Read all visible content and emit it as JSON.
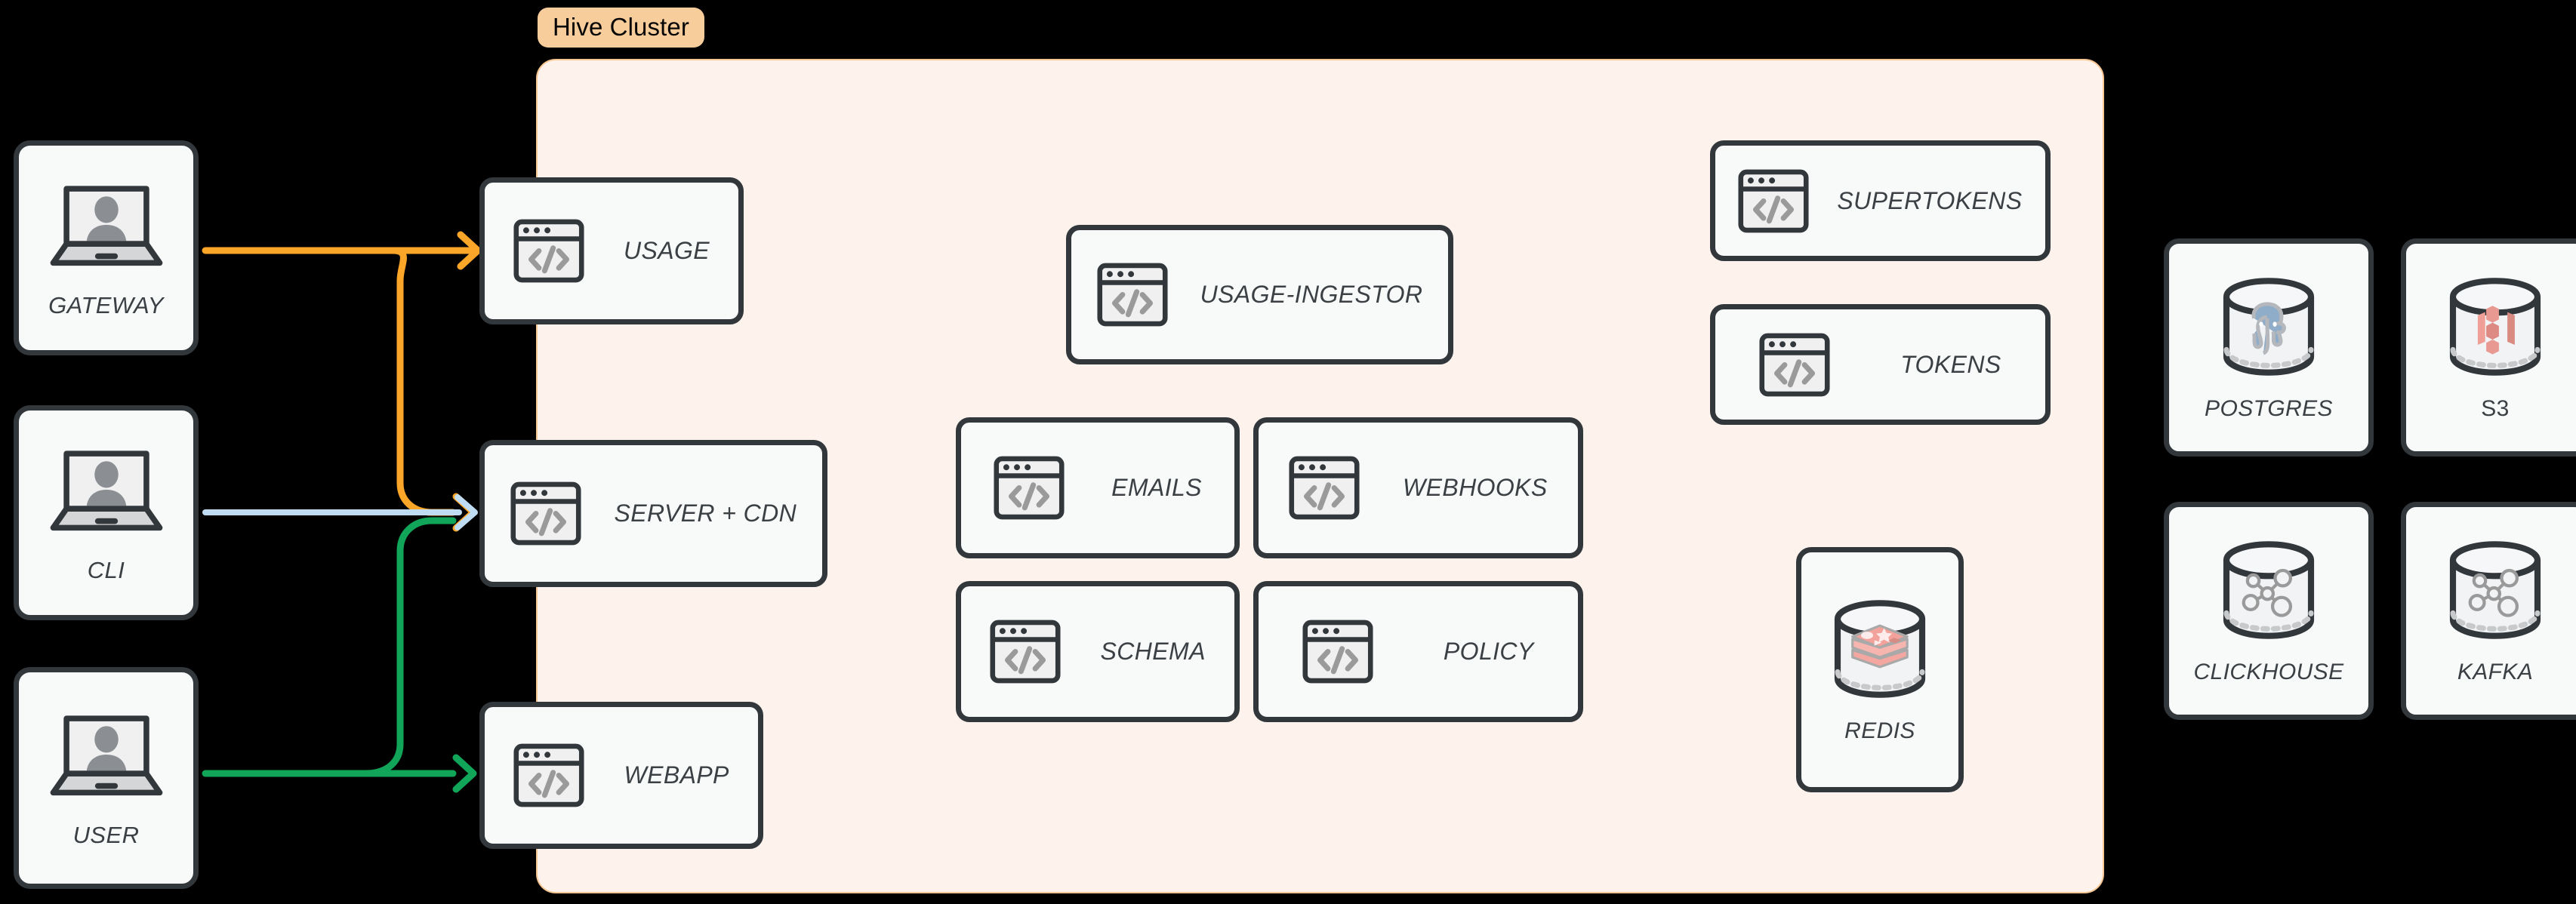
{
  "diagram": {
    "title": "Hive Cluster",
    "background": "#000000"
  },
  "cluster": {
    "label": "Hive Cluster",
    "panel_fill": "#fdf3ec",
    "panel_border": "#f6c592",
    "label_fill": "#f8cd9c"
  },
  "clients": [
    {
      "label": "GATEWAY",
      "icon": "laptop-user-icon"
    },
    {
      "label": "CLI",
      "icon": "laptop-user-icon"
    },
    {
      "label": "USER",
      "icon": "laptop-user-icon"
    }
  ],
  "edge_services": [
    {
      "label": "USAGE",
      "icon": "code-window-icon"
    },
    {
      "label": "SERVER + CDN",
      "icon": "code-window-icon"
    },
    {
      "label": "WEBAPP",
      "icon": "code-window-icon"
    }
  ],
  "core_services": [
    {
      "label": "USAGE-INGESTOR",
      "icon": "code-window-icon"
    },
    {
      "label": "EMAILS",
      "icon": "code-window-icon"
    },
    {
      "label": "WEBHOOKS",
      "icon": "code-window-icon"
    },
    {
      "label": "SCHEMA",
      "icon": "code-window-icon"
    },
    {
      "label": "POLICY",
      "icon": "code-window-icon"
    }
  ],
  "auth_services": [
    {
      "label": "SUPERTOKENS",
      "icon": "code-window-icon"
    },
    {
      "label": "TOKENS",
      "icon": "code-window-icon"
    }
  ],
  "cluster_stores": [
    {
      "label": "REDIS",
      "icon": "redis-cylinder-icon"
    }
  ],
  "external_stores": [
    {
      "label": "POSTGRES",
      "icon": "postgres-cylinder-icon"
    },
    {
      "label": "S3",
      "icon": "s3-cylinder-icon",
      "italic": false
    },
    {
      "label": "CLICKHOUSE",
      "icon": "graph-cylinder-icon"
    },
    {
      "label": "KAFKA",
      "icon": "graph-cylinder-icon"
    }
  ],
  "connections": [
    {
      "from": "GATEWAY",
      "to": "USAGE",
      "color": "#fba529"
    },
    {
      "from": "GATEWAY",
      "to": "SERVER + CDN",
      "color": "#fba529"
    },
    {
      "from": "CLI",
      "to": "SERVER + CDN",
      "color": "#bfdcf3"
    },
    {
      "from": "USER",
      "to": "SERVER + CDN",
      "color": "#10a558"
    },
    {
      "from": "USER",
      "to": "WEBAPP",
      "color": "#10a558"
    }
  ],
  "colors": {
    "orange_arrow": "#fba529",
    "blue_arrow": "#bfdcf3",
    "green_arrow": "#10a558",
    "node_border": "#32373c",
    "node_fill": "#f8f9f9",
    "label_text": "#3b4045"
  }
}
